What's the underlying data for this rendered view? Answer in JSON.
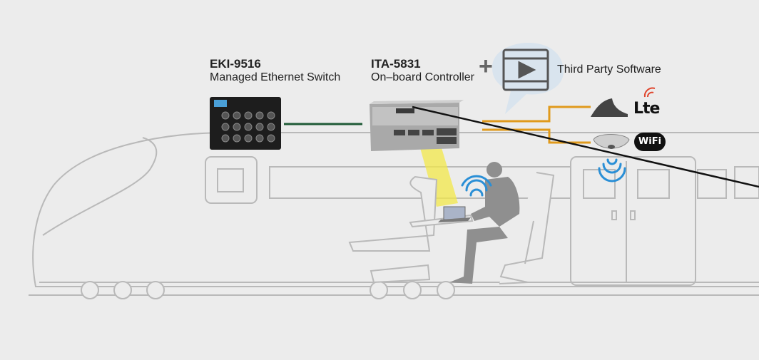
{
  "devices": {
    "switch": {
      "model": "EKI-9516",
      "description": "Managed Ethernet Switch"
    },
    "controller": {
      "model": "ITA-5831",
      "description": "On–board Controller"
    }
  },
  "software": {
    "plus": "+",
    "label": "Third Party Software"
  },
  "wireless": {
    "lte_label": "Lte",
    "wifi_label": "WiFi"
  },
  "colors": {
    "background": "#ececec",
    "train_outline": "#b9b9b9",
    "link_green": "#1f5a37",
    "antenna_orange": "#e09a1c",
    "wifi_blue": "#2a8fd6",
    "projection_yellow": "#f3e84a",
    "passenger": "#8f8f8f"
  },
  "icons": [
    "video-play-icon",
    "shark-fin-antenna-icon",
    "dome-antenna-icon",
    "lte-logo-icon",
    "wifi-logo-icon",
    "wifi-signal-icon",
    "laptop-icon",
    "passenger-icon"
  ]
}
